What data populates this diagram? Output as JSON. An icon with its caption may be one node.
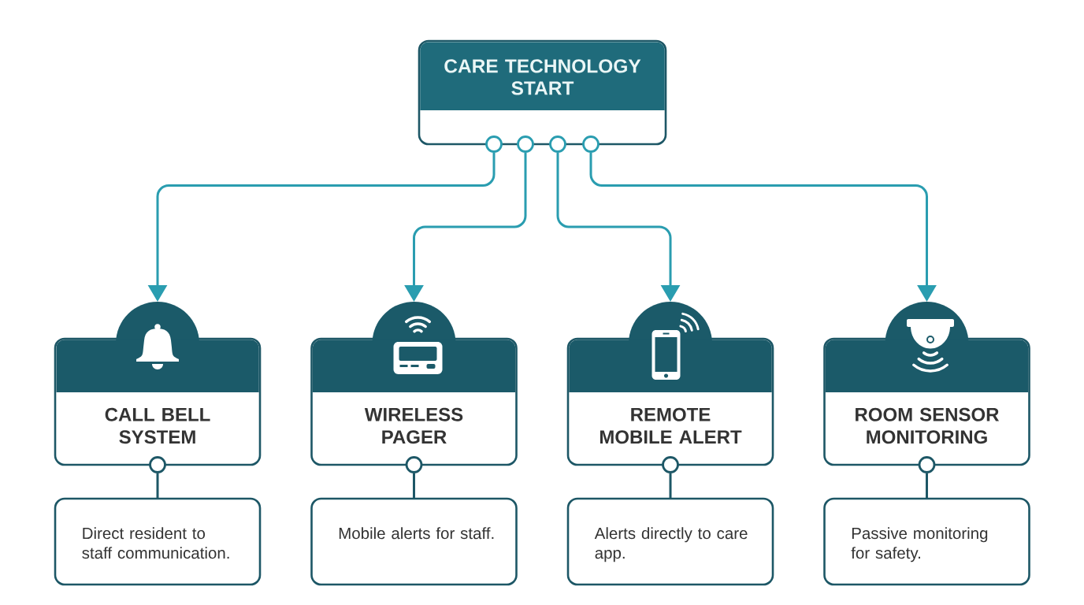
{
  "diagram": {
    "nodes": [
      {
        "text": [
          "CARE TECHNOLOGY START"
        ]
      },
      {
        "text": [
          "CALL BELL SYSTEM"
        ]
      },
      {
        "text": [
          "WIRELESS PAGER"
        ]
      },
      {
        "text": [
          "REMOTE MOBILE ALERT"
        ]
      },
      {
        "text": [
          "ROOM SENSOR MONITORING"
        ]
      },
      {
        "text": [
          "Direct resident to staff communication."
        ]
      },
      {
        "text": [
          "Mobile alerts for staff."
        ]
      },
      {
        "text": [
          "Alerts directly to care app."
        ]
      },
      {
        "text": [
          "Passive monitoring for safety."
        ]
      }
    ],
    "edges": [
      {
        "from": 0,
        "to": 1,
        "arrow": "to",
        "color": "#2a9db0"
      },
      {
        "from": 0,
        "to": 2,
        "arrow": "to",
        "color": "#2a9db0"
      },
      {
        "from": 0,
        "to": 3,
        "arrow": "to",
        "color": "#2a9db0"
      },
      {
        "from": 0,
        "to": 4,
        "arrow": "to",
        "color": "#2a9db0"
      },
      {
        "from": 1,
        "to": 5,
        "arrow": "other",
        "color": "#1d5766"
      },
      {
        "from": 2,
        "to": 6,
        "arrow": "other",
        "color": "#1d5766"
      },
      {
        "from": 3,
        "to": 7,
        "arrow": "other",
        "color": "#1d5766"
      },
      {
        "from": 4,
        "to": 8,
        "arrow": "other",
        "color": "#1d5766"
      }
    ]
  }
}
